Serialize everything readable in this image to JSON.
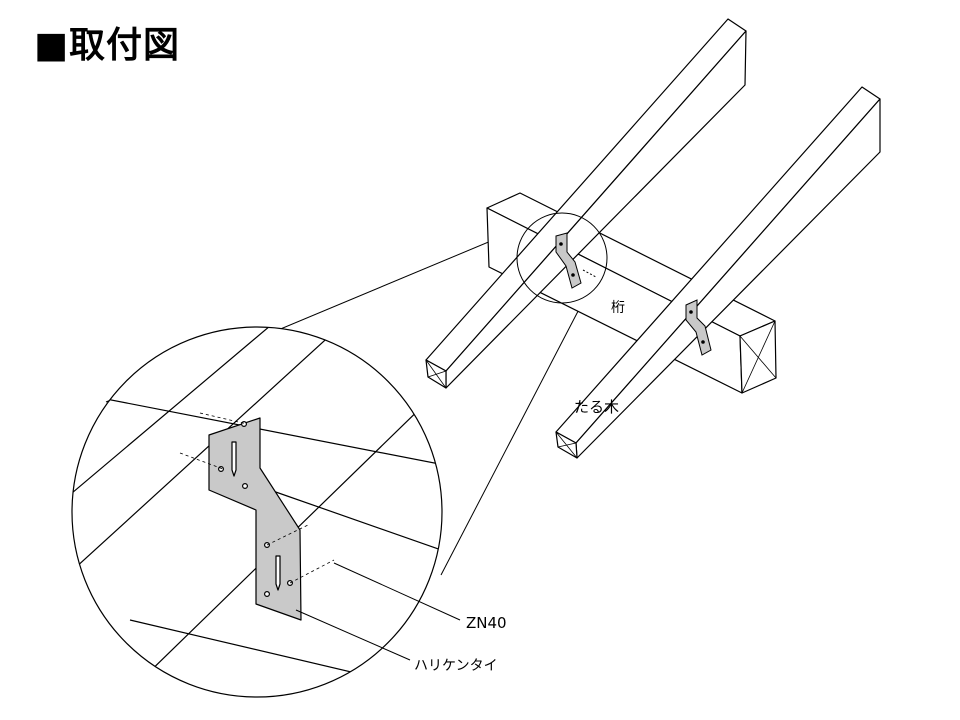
{
  "title": "■取付図",
  "labels": {
    "beam": "桁",
    "rafter": "たる木",
    "part_number": "ZN40",
    "connector": "ハリケンタイ"
  },
  "colors": {
    "line": "#000000",
    "metal": "#c9c9c9",
    "background": "#ffffff"
  }
}
